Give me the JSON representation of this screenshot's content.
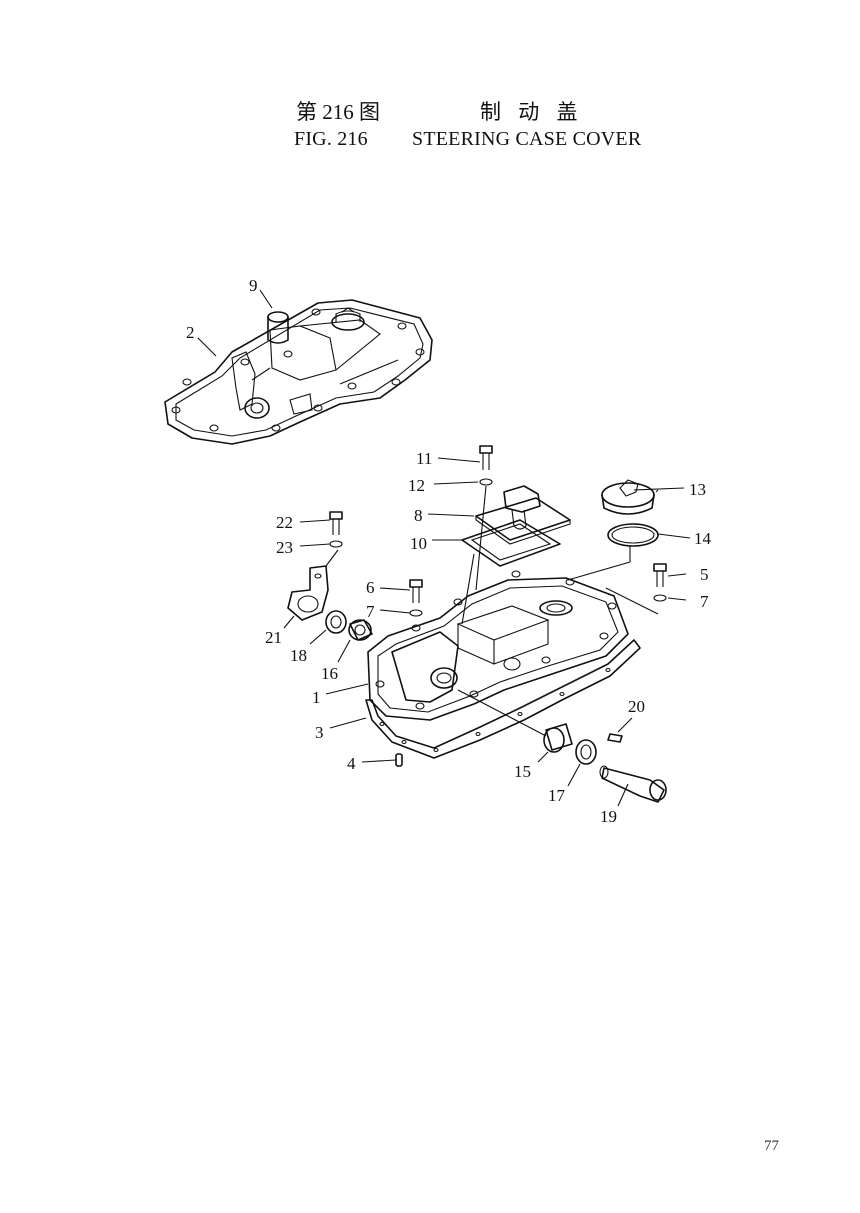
{
  "header": {
    "figure_cn": "第 216 图",
    "title_cn": "制 动 盖",
    "figure_en": "FIG. 216",
    "title_en": "STEERING CASE COVER"
  },
  "callouts": [
    "1",
    "2",
    "3",
    "4",
    "5",
    "6",
    "7",
    "7",
    "8",
    "9",
    "10",
    "11",
    "12",
    "13",
    "14",
    "15",
    "16",
    "17",
    "18",
    "19",
    "20",
    "21",
    "22",
    "23"
  ],
  "page_number": "77"
}
